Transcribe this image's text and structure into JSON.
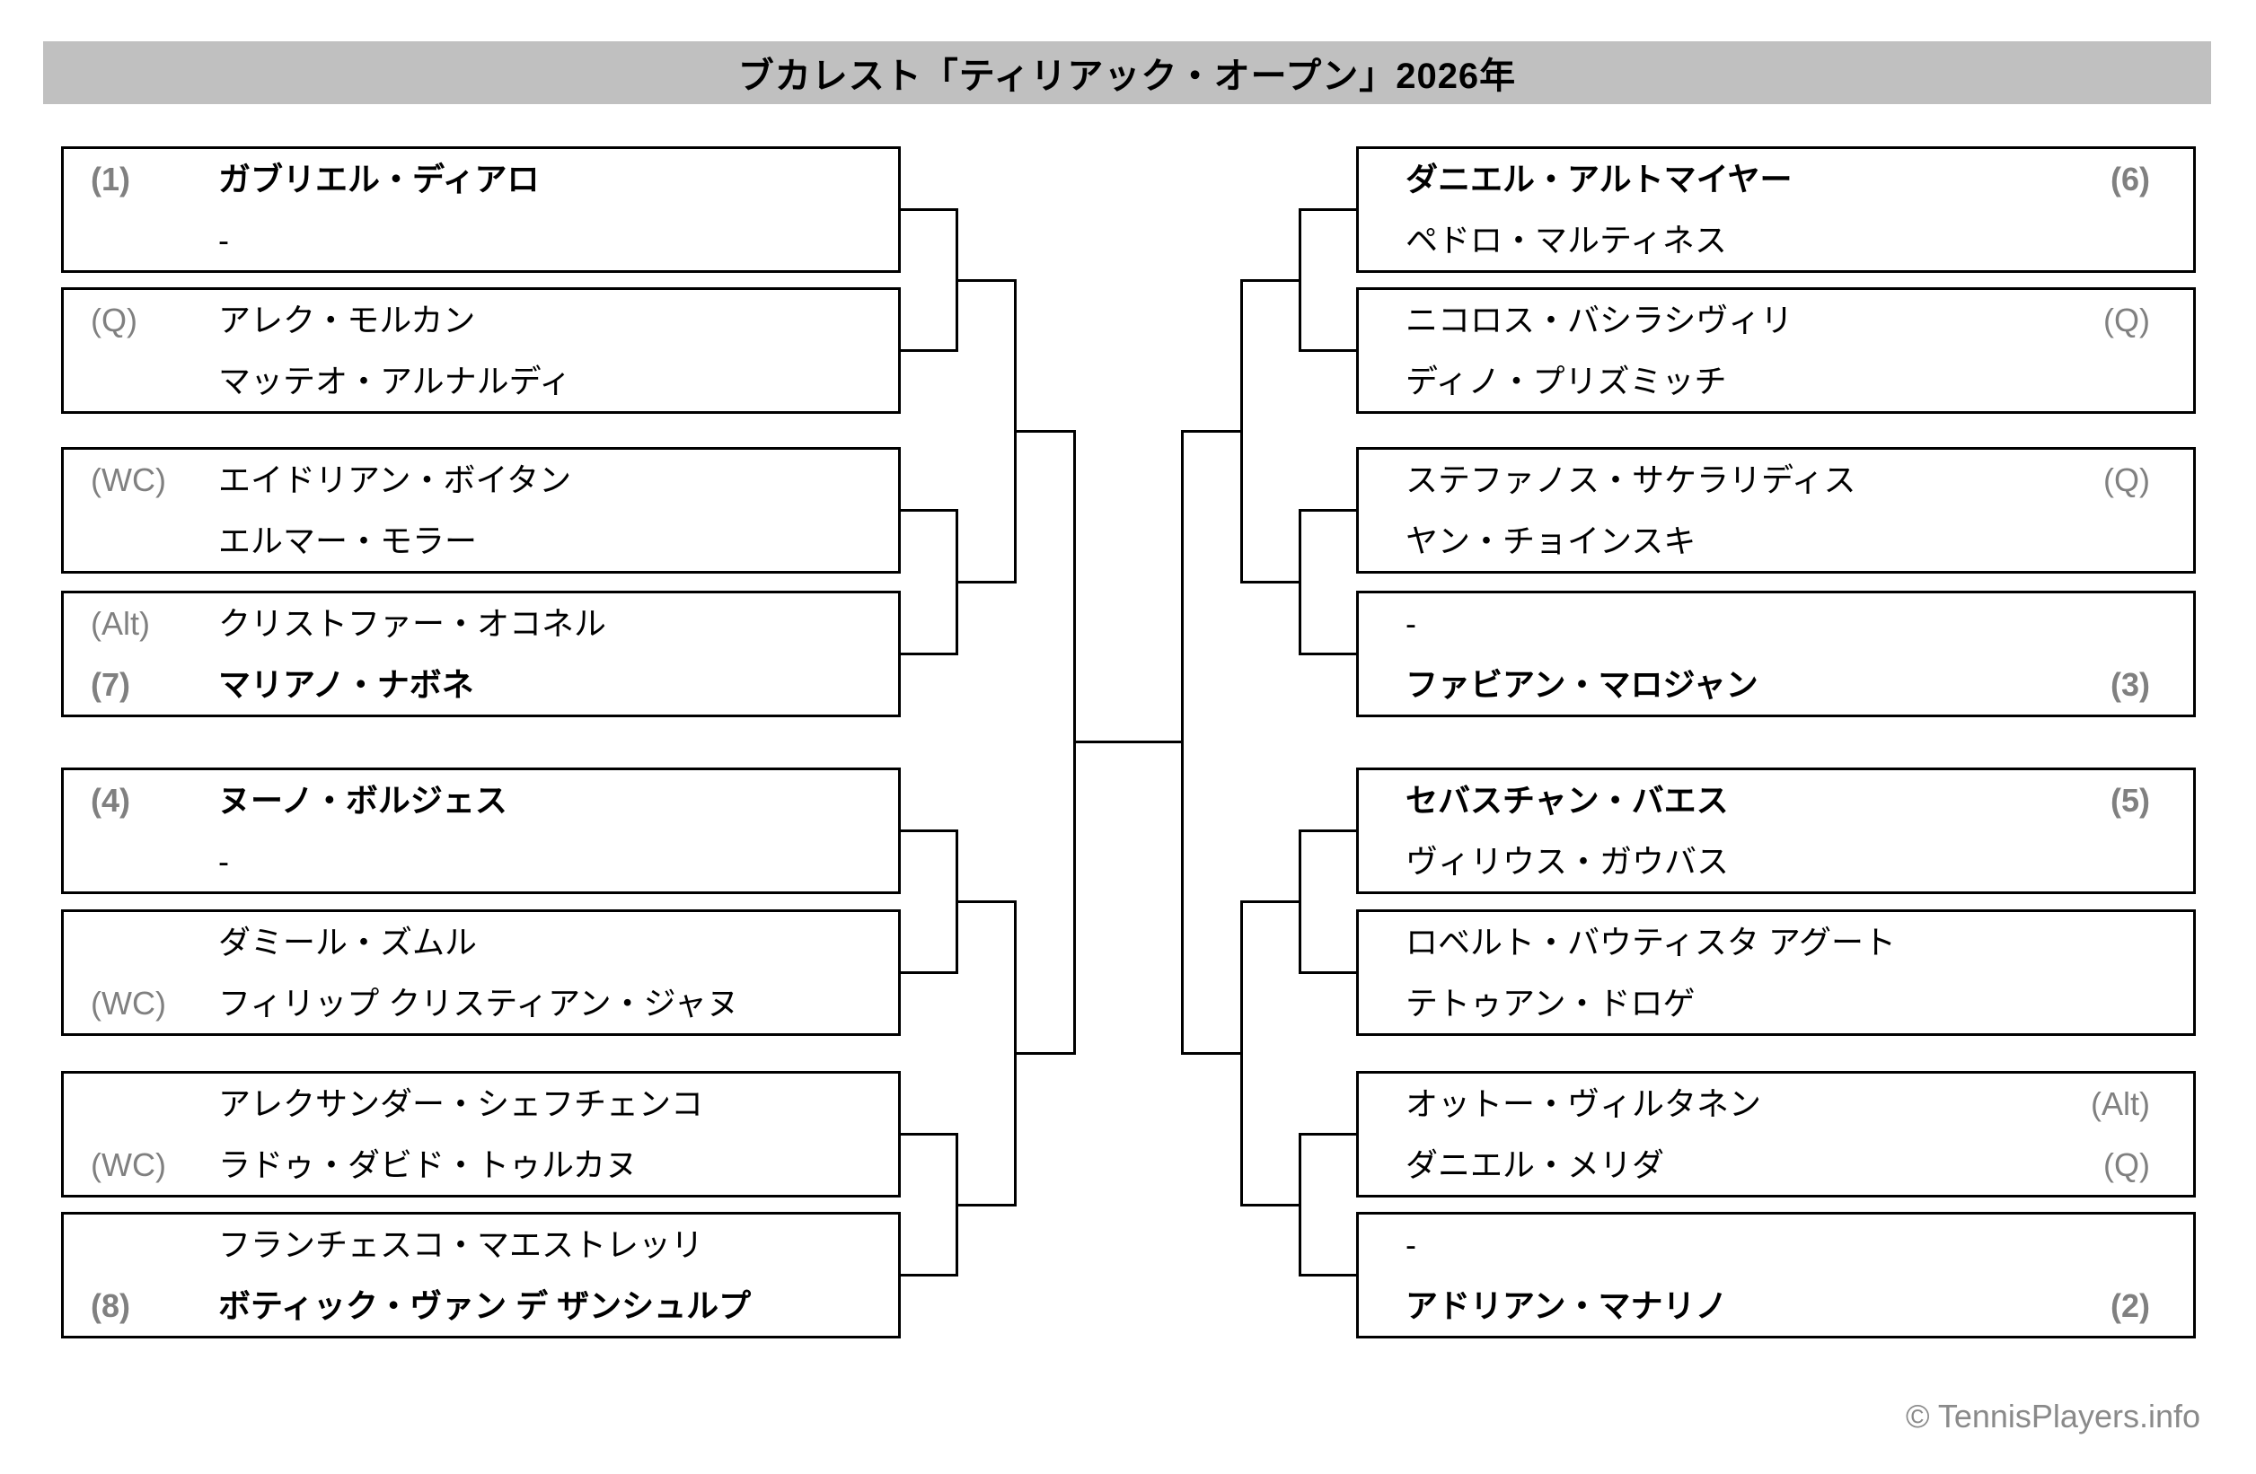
{
  "title": "ブカレスト「ティリアック・オープン」2026年",
  "footer": "© TennisPlayers.info",
  "colors": {
    "title_bg": "#c0c0c0",
    "seed": "#808080",
    "line": "#000000",
    "footer": "#8a8a8a",
    "page_bg": "#ffffff"
  },
  "bracket": {
    "left": [
      {
        "players": [
          {
            "seed": "(1)",
            "name": "ガブリエル・ディアロ",
            "seeded": true
          },
          {
            "seed": "",
            "name": "-",
            "seeded": false
          }
        ]
      },
      {
        "players": [
          {
            "seed": "(Q)",
            "name": "アレク・モルカン",
            "seeded": false
          },
          {
            "seed": "",
            "name": "マッテオ・アルナルディ",
            "seeded": false
          }
        ]
      },
      {
        "players": [
          {
            "seed": "(WC)",
            "name": "エイドリアン・ボイタン",
            "seeded": false
          },
          {
            "seed": "",
            "name": "エルマー・モラー",
            "seeded": false
          }
        ]
      },
      {
        "players": [
          {
            "seed": "(Alt)",
            "name": "クリストファー・オコネル",
            "seeded": false
          },
          {
            "seed": "(7)",
            "name": "マリアノ・ナボネ",
            "seeded": true
          }
        ]
      },
      {
        "players": [
          {
            "seed": "(4)",
            "name": "ヌーノ・ボルジェス",
            "seeded": true
          },
          {
            "seed": "",
            "name": "-",
            "seeded": false
          }
        ]
      },
      {
        "players": [
          {
            "seed": "",
            "name": "ダミール・ズムル",
            "seeded": false
          },
          {
            "seed": "(WC)",
            "name": "フィリップ クリスティアン・ジャヌ",
            "seeded": false
          }
        ]
      },
      {
        "players": [
          {
            "seed": "",
            "name": "アレクサンダー・シェフチェンコ",
            "seeded": false
          },
          {
            "seed": "(WC)",
            "name": "ラドゥ・ダビド・トゥルカヌ",
            "seeded": false
          }
        ]
      },
      {
        "players": [
          {
            "seed": "",
            "name": "フランチェスコ・マエストレッリ",
            "seeded": false
          },
          {
            "seed": "(8)",
            "name": "ボティック・ヴァン デ ザンシュルプ",
            "seeded": true
          }
        ]
      }
    ],
    "right": [
      {
        "players": [
          {
            "seed": "(6)",
            "name": "ダニエル・アルトマイヤー",
            "seeded": true
          },
          {
            "seed": "",
            "name": "ペドロ・マルティネス",
            "seeded": false
          }
        ]
      },
      {
        "players": [
          {
            "seed": "(Q)",
            "name": "ニコロス・バシラシヴィリ",
            "seeded": false
          },
          {
            "seed": "",
            "name": "ディノ・プリズミッチ",
            "seeded": false
          }
        ]
      },
      {
        "players": [
          {
            "seed": "(Q)",
            "name": "ステファノス・サケラリディス",
            "seeded": false
          },
          {
            "seed": "",
            "name": "ヤン・チョインスキ",
            "seeded": false
          }
        ]
      },
      {
        "players": [
          {
            "seed": "",
            "name": "-",
            "seeded": false
          },
          {
            "seed": "(3)",
            "name": "ファビアン・マロジャン",
            "seeded": true
          }
        ]
      },
      {
        "players": [
          {
            "seed": "(5)",
            "name": "セバスチャン・バエス",
            "seeded": true
          },
          {
            "seed": "",
            "name": "ヴィリウス・ガウバス",
            "seeded": false
          }
        ]
      },
      {
        "players": [
          {
            "seed": "",
            "name": "ロベルト・バウティスタ アグート",
            "seeded": false
          },
          {
            "seed": "",
            "name": "テトゥアン・ドロゲ",
            "seeded": false
          }
        ]
      },
      {
        "players": [
          {
            "seed": "(Alt)",
            "name": "オットー・ヴィルタネン",
            "seeded": false
          },
          {
            "seed": "(Q)",
            "name": "ダニエル・メリダ",
            "seeded": false
          }
        ]
      },
      {
        "players": [
          {
            "seed": "",
            "name": "-",
            "seeded": false
          },
          {
            "seed": "(2)",
            "name": "アドリアン・マナリノ",
            "seeded": true
          }
        ]
      }
    ]
  }
}
